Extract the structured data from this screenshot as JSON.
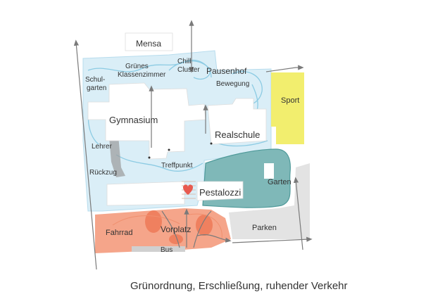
{
  "labels": {
    "mensa": "Mensa",
    "chill_l1": "Chill",
    "chill_l2": "Cluster",
    "gruenes_l1": "Grünes",
    "gruenes_l2": "Klassenzimmer",
    "schul_l1": "Schul-",
    "schul_l2": "garten",
    "pausenhof": "Pausenhof",
    "bewegung": "Bewegung",
    "sport": "Sport",
    "gymnasium": "Gymnasium",
    "realschule": "Realschule",
    "lehrer": "Lehrer",
    "rueckzug": "Rückzug",
    "treffpunkt": "Treffpunkt",
    "pestalozzi": "Pestalozzi",
    "garten": "Garten",
    "fahrrad": "Fahrrad",
    "vorplatz": "Vorplatz",
    "parken": "Parken",
    "bus": "Bus"
  },
  "caption": "Grünordnung, Erschließung, ruhender Verkehr",
  "colors": {
    "green_area": "#daeef7",
    "green_line": "#8ccbe3",
    "garden": "#7fb8b8",
    "garden_dark": "#4f9a9a",
    "sport": "#f2ee6e",
    "vorplatz": "#f5a58a",
    "vorplatz_dark": "#ee7a58",
    "parking": "#e3e3e3",
    "arrow": "#7a7a7a",
    "heart": "#e85a4f"
  }
}
